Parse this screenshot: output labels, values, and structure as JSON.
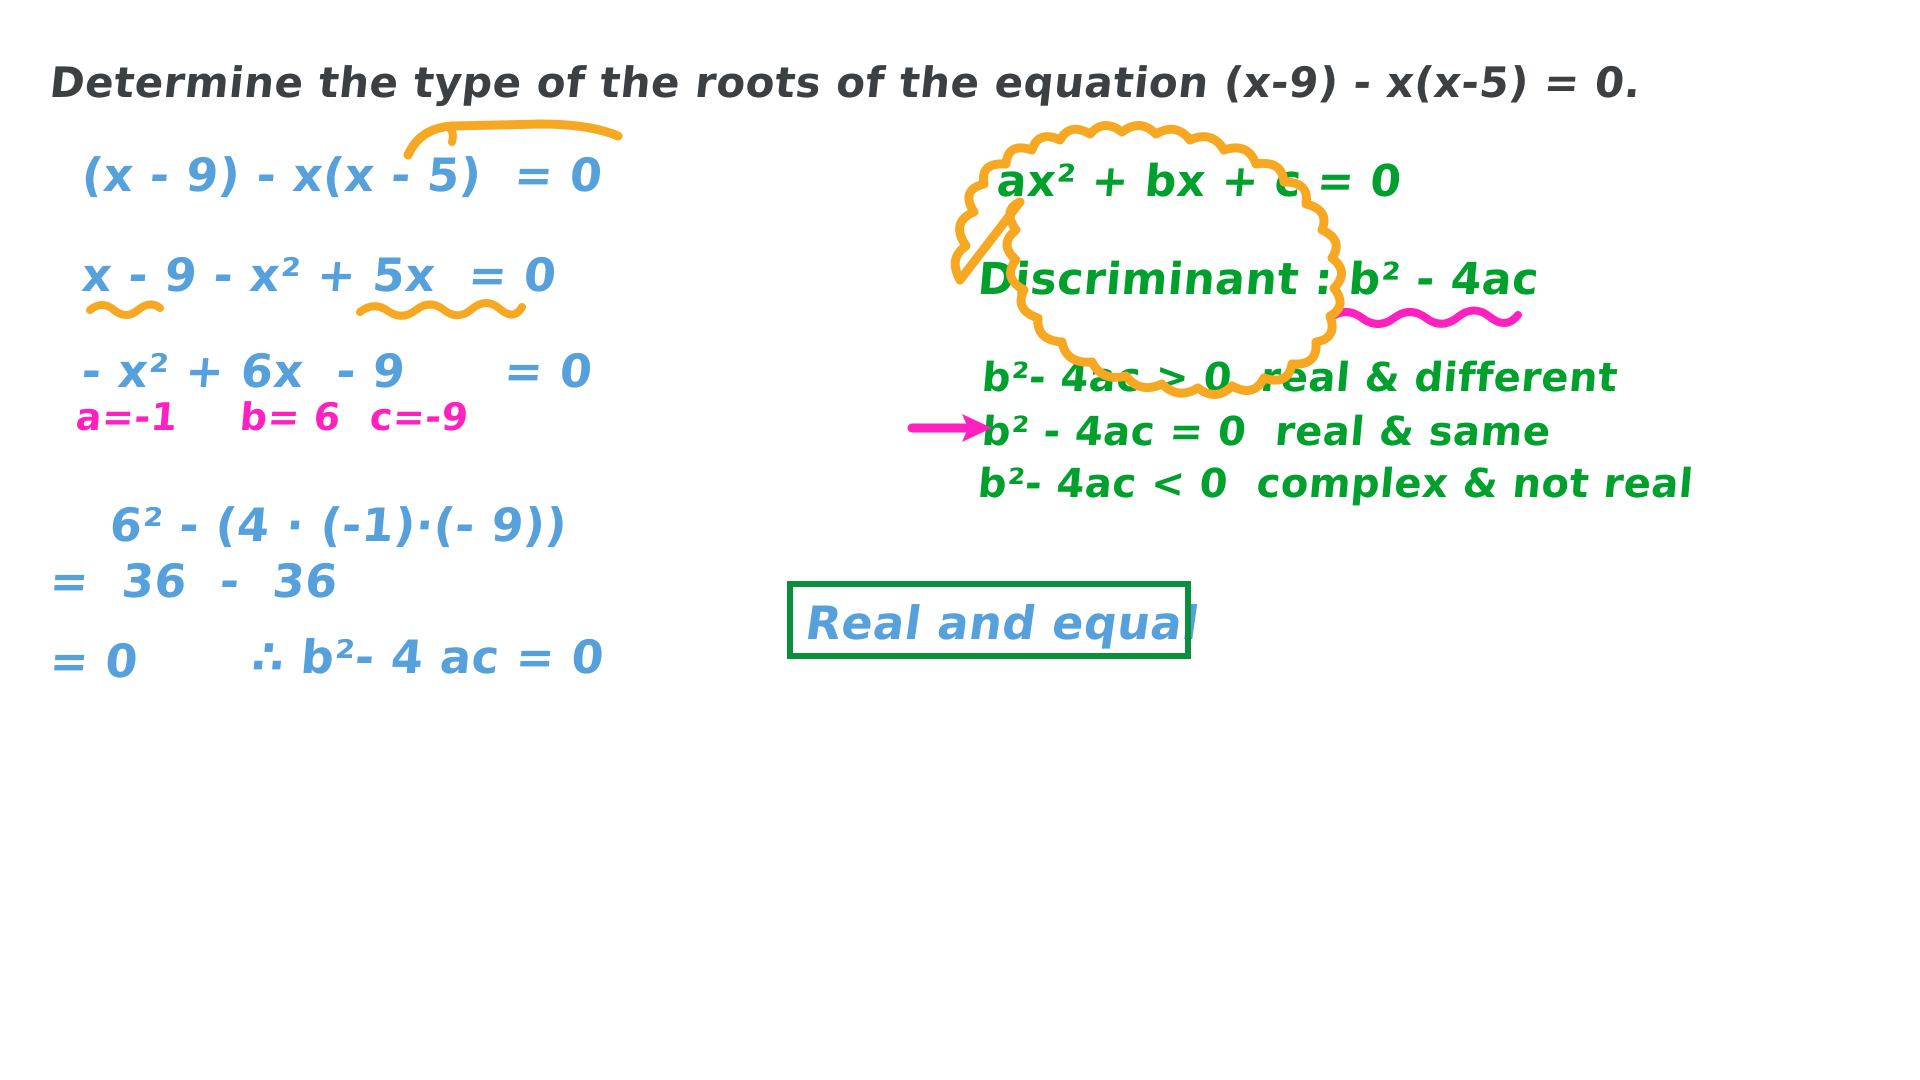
{
  "page": {
    "background_color": "#ffffff",
    "title_text": "Determine the type of the roots of the equation (x-9) - x(x-5) = 0."
  },
  "colors": {
    "ink_dark": "#3c4043",
    "blue": "#56a0dc",
    "green": "#00a02c",
    "pink": "#ff20c0",
    "orange": "#f7a823"
  },
  "left_column": {
    "line1": "(x - 9) - x(x - 5)  = 0",
    "line2": "x - 9 - x² + 5x  = 0",
    "line3": "- x² + 6x  - 9      = 0",
    "coefficients": {
      "a": "a=-1",
      "b": "b= 6",
      "c": "c=-9"
    },
    "line4": "6² - (4 · (-1)·(- 9))",
    "line5": "=  36  -  36",
    "line6": "= 0",
    "line6_conclusion": "∴ b²- 4 ac = 0"
  },
  "right_column": {
    "general_form": "ax² + bx + c = 0",
    "discriminant_label": "Discriminant : b² - 4ac",
    "conditions": [
      "b²- 4ac > 0  real & different",
      "b² - 4ac = 0  real & same",
      "b²- 4ac < 0  complex & not real"
    ],
    "answer_box": "Real and equal"
  },
  "annotations": {
    "orange_arc_over": "x(x - 5)",
    "orange_squiggle_1_under": "x",
    "orange_squiggle_2_under": "+ 5x",
    "pink_squiggle_under": "b² - 4ac",
    "pink_arrow_points_to": "b² - 4ac = 0  real & same",
    "orange_cloud_encloses": "discriminant rules",
    "green_box_encloses": "Real and equal"
  }
}
